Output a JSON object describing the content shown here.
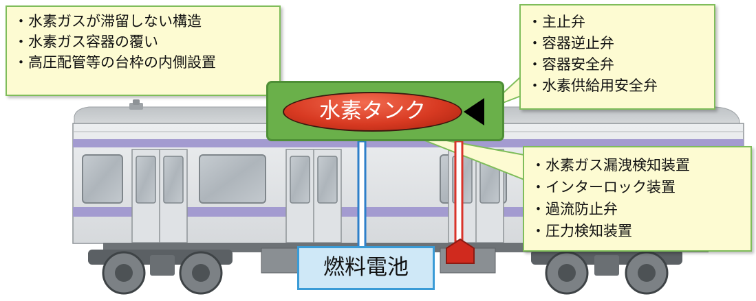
{
  "callouts": {
    "left": {
      "items": [
        "水素ガスが滞留しない構造",
        "水素ガス容器の覆い",
        "高圧配管等の台枠の内側設置"
      ]
    },
    "right_top": {
      "items": [
        "主止弁",
        "容器逆止弁",
        "容器安全弁",
        "水素供給用安全弁"
      ]
    },
    "right_bottom": {
      "items": [
        "水素ガス漏洩検知装置",
        "インターロック装置",
        "過流防止弁",
        "圧力検知装置"
      ]
    }
  },
  "tank": {
    "label": "水素タンク"
  },
  "fuel_cell": {
    "label": "燃料電池"
  },
  "colors": {
    "callout_fill": "#fdfbd2",
    "callout_border": "#7fbd5a",
    "tank_box": "#6ab04a",
    "tank_body": "#d83a22",
    "fuel_cell_fill": "#cfe8f7",
    "fuel_cell_border": "#3a9bd6",
    "train_stripe": "#a39bd0",
    "pipe_blue": "#2e7fc9",
    "pipe_red": "#d9342b"
  }
}
